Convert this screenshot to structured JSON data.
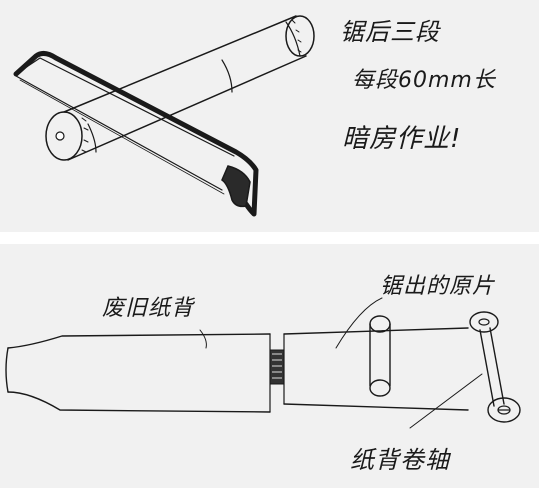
{
  "top_sketch": {
    "note_line_1": "锯后三段",
    "note_line_2": "每段60mm长",
    "note_line_3": "暗房作业!"
  },
  "bottom_sketch": {
    "label_old_paper": "废旧纸背",
    "label_sawn_film": "锯出的原片",
    "label_paper_reel": "纸背卷轴"
  }
}
